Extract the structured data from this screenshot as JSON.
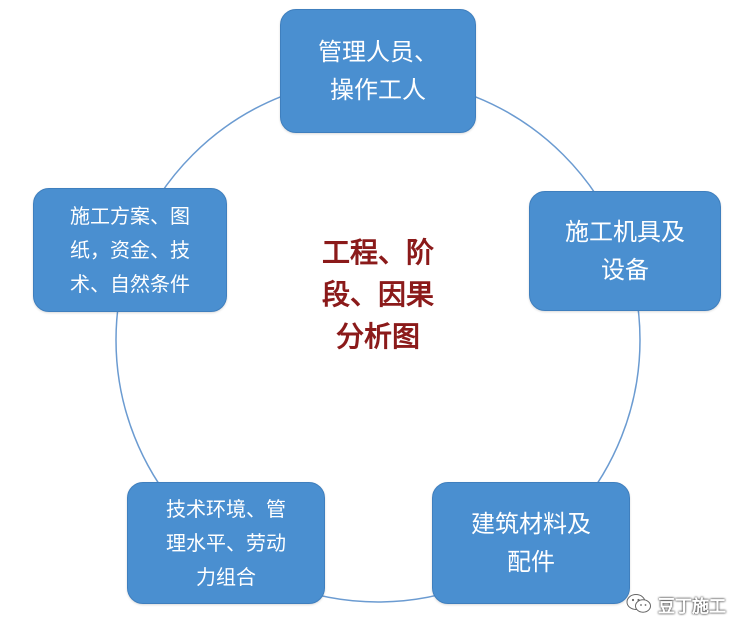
{
  "nodes": {
    "top": "管理人员、\n操作工人",
    "right": "施工机具及\n设备",
    "bottom_right": "建筑材料及\n配件",
    "bottom_left": "技术环境、管\n理水平、劳动\n力组合",
    "left": "施工方案、图\n纸，资金、技\n术、自然条件"
  },
  "center_title": "工程、阶\n段、因果\n分析图",
  "watermark": {
    "text": "豆丁施工",
    "icon": "wechat-icon"
  },
  "colors": {
    "node_fill": "#4a8fd0",
    "ring": "#6b9bd1",
    "title": "#8b1a1a"
  }
}
